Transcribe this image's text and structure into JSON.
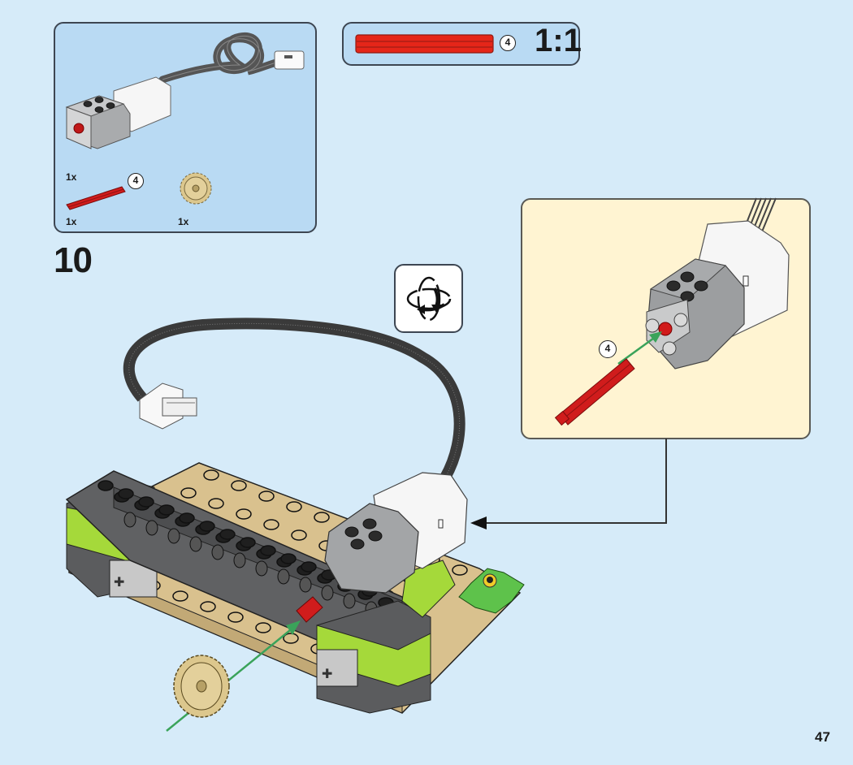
{
  "page": {
    "step_number": "10",
    "page_number": "47",
    "background_color": "#d6ebf9"
  },
  "parts_list": {
    "items": [
      {
        "name": "medium-motor-with-cable",
        "quantity": "1x",
        "color": "#e6e6e6"
      },
      {
        "name": "axle-4-red",
        "quantity": "1x",
        "length_label": "4",
        "color": "#d01c1c"
      },
      {
        "name": "gear-20-tooth-tan",
        "quantity": "1x",
        "color": "#dcc78d"
      }
    ]
  },
  "ruler": {
    "length_label": "4",
    "scale_label": "1:1",
    "bar_color": "#e52619"
  },
  "rotate_indicator": {
    "icon": "rotate-model-icon"
  },
  "callout": {
    "axle_length_label": "4",
    "background_color": "#fff4d2",
    "arrow_color": "#3aa35a"
  },
  "colors": {
    "panel_blue": "#b9daf3",
    "lime": "#a5d93a",
    "dark_gray": "#5b5c5e",
    "tan": "#d9c18e",
    "axle_red": "#d01c1c",
    "motor_white": "#f4f4f4",
    "motor_gray": "#9c9ea0",
    "flower_green": "#5ec24b",
    "assembly_arrow": "#3aa35a"
  }
}
